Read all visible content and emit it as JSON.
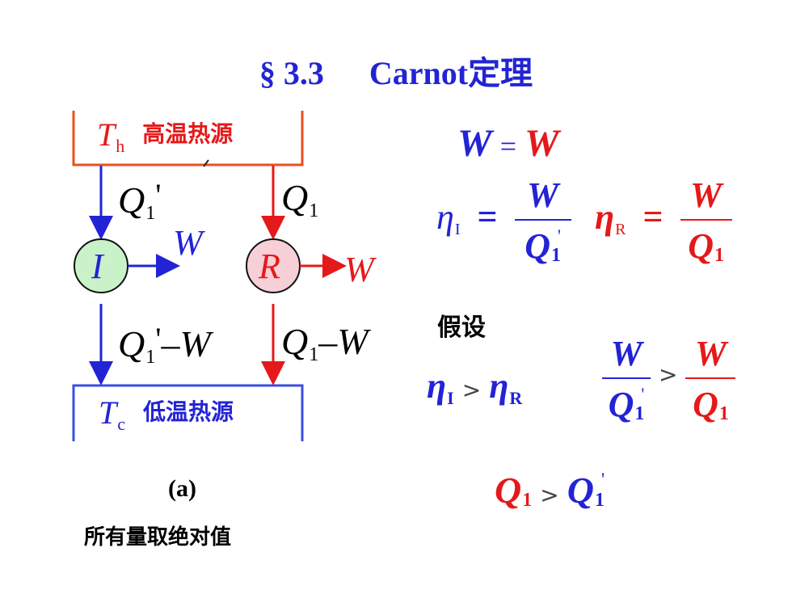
{
  "title": {
    "section": "§ 3.3",
    "name": "Carnot定理"
  },
  "hot": {
    "symbol": "T",
    "sub": "h",
    "label": "高温热源"
  },
  "cold": {
    "symbol": "T",
    "sub": "c",
    "label": "低温热源"
  },
  "engine_i": {
    "label": "I",
    "heat_in": "Q",
    "heat_in_sub": "1",
    "prime": "'",
    "work": "W",
    "heat_out_sub": "1",
    "heat_out_tail": "–W"
  },
  "engine_r": {
    "label": "R",
    "heat_in": "Q",
    "heat_in_sub": "1",
    "work": "W",
    "heat_out_sub": "1",
    "heat_out_tail": "–W"
  },
  "caption": {
    "label": "(a)",
    "note": "所有量取绝对值"
  },
  "equations": {
    "work_equal": {
      "left": "W",
      "op": "=",
      "right": "W"
    },
    "eta_i": {
      "symbol": "η",
      "sub": "I",
      "eq": "=",
      "num": "W",
      "den": "Q",
      "den_sub": "1",
      "den_prime": "'"
    },
    "eta_r": {
      "symbol": "η",
      "sub": "R",
      "eq": "=",
      "num": "W",
      "den": "Q",
      "den_sub": "1"
    },
    "assume": "假设",
    "ineq1": {
      "left": "η",
      "left_sub": "I",
      "op": ">",
      "right": "η",
      "right_sub": "R"
    },
    "ineq2": {
      "num1": "W",
      "den1": "Q",
      "den1_sub": "1",
      "den1_prime": "'",
      "op": ">",
      "num2": "W",
      "den2": "Q",
      "den2_sub": "1"
    },
    "result": {
      "left": "Q",
      "left_sub": "1",
      "op": ">",
      "right": "Q",
      "right_sub": "1",
      "right_prime": "'"
    }
  },
  "colors": {
    "blue": "#2323d6",
    "red": "#e5191a",
    "hot_border": "#e8501e",
    "cold_border": "#3a4ee0",
    "engine_fill": "#c9f2c9",
    "engine_r_fill": "#f7cfd6"
  }
}
